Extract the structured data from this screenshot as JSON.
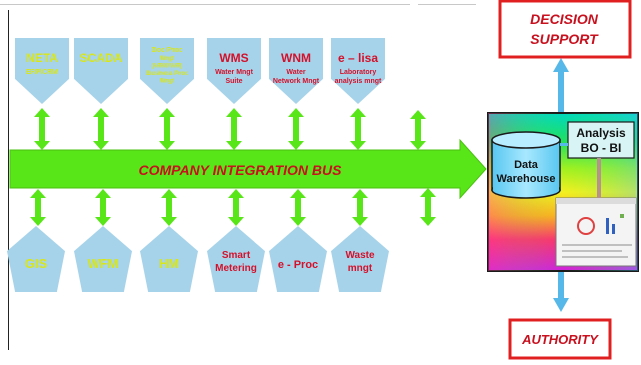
{
  "colors": {
    "pentagon_fill": "#a6d3ea",
    "yellow_text": "#d8e61a",
    "red_text": "#d4112a",
    "arrow_green": "#58e618",
    "link_blue": "#56b8e8",
    "box_border": "#e02020"
  },
  "bus": {
    "label": "COMPANY INTEGRATION BUS"
  },
  "top_nodes": [
    {
      "title": "NETA",
      "sub": [
        "ERP/CRM"
      ],
      "color": "yellow"
    },
    {
      "title": "SCADA",
      "sub": [],
      "color": "yellow"
    },
    {
      "title": "Doc Proc",
      "sub": [
        "Mngt",
        "(ARKIVAR)",
        "Business Proc",
        "Mngt"
      ],
      "color": "yellow"
    },
    {
      "title": "WMS",
      "sub": [
        "Water Mngt",
        "Suite"
      ],
      "color": "red"
    },
    {
      "title": "WNM",
      "sub": [
        "Water",
        "Network Mngt"
      ],
      "color": "red"
    },
    {
      "title": "e – lisa",
      "sub": [
        "Laboratory",
        "analysis  mngt"
      ],
      "color": "red"
    }
  ],
  "bottom_nodes": [
    {
      "lines": [
        "GIS"
      ],
      "color": "yellow"
    },
    {
      "lines": [
        "WFM"
      ],
      "color": "yellow"
    },
    {
      "lines": [
        "HM"
      ],
      "color": "yellow"
    },
    {
      "lines": [
        "Smart",
        "Metering"
      ],
      "color": "red"
    },
    {
      "lines": [
        "e - Proc"
      ],
      "color": "red"
    },
    {
      "lines": [
        "Waste",
        "mngt"
      ],
      "color": "red"
    }
  ],
  "panel": {
    "data_warehouse": [
      "Data",
      "Warehouse"
    ],
    "analysis": [
      "Analysis",
      "BO - BI"
    ]
  },
  "decision_support": [
    "DECISION",
    "SUPPORT"
  ],
  "authority": "AUTHORITY"
}
